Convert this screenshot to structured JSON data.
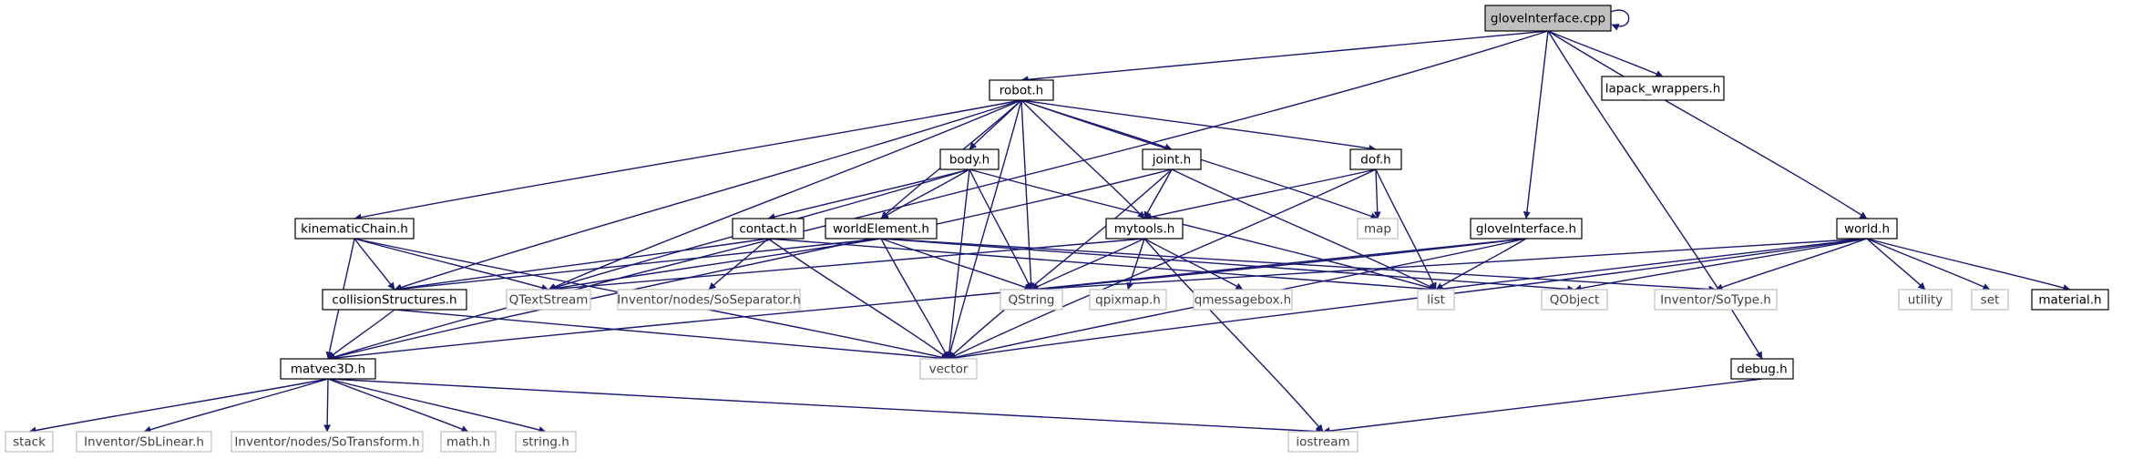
{
  "colors": {
    "edge": "#191970",
    "root_fill": "#bfbfbf",
    "local_border": "#000000",
    "system_border": "#bfbfbf",
    "system_text": "#404040",
    "node_text": "#000000"
  },
  "nodes": [
    {
      "id": "gloveInterface_cpp",
      "label": "gloveInterface.cpp",
      "kind": "root"
    },
    {
      "id": "robot_h",
      "label": "robot.h",
      "kind": "local"
    },
    {
      "id": "lapack_wrappers_h",
      "label": "lapack_wrappers.h",
      "kind": "local"
    },
    {
      "id": "body_h",
      "label": "body.h",
      "kind": "local"
    },
    {
      "id": "joint_h",
      "label": "joint.h",
      "kind": "local"
    },
    {
      "id": "dof_h",
      "label": "dof.h",
      "kind": "local"
    },
    {
      "id": "kinematicChain_h",
      "label": "kinematicChain.h",
      "kind": "local"
    },
    {
      "id": "contact_h",
      "label": "contact.h",
      "kind": "local"
    },
    {
      "id": "worldElement_h",
      "label": "worldElement.h",
      "kind": "local"
    },
    {
      "id": "mytools_h",
      "label": "mytools.h",
      "kind": "local"
    },
    {
      "id": "map",
      "label": "map",
      "kind": "system"
    },
    {
      "id": "gloveInterface_h",
      "label": "gloveInterface.h",
      "kind": "local"
    },
    {
      "id": "world_h",
      "label": "world.h",
      "kind": "local"
    },
    {
      "id": "collisionStructures_h",
      "label": "collisionStructures.h",
      "kind": "local"
    },
    {
      "id": "QTextStream",
      "label": "QTextStream",
      "kind": "system"
    },
    {
      "id": "SoSeparator_h",
      "label": "Inventor/nodes/SoSeparator.h",
      "kind": "system"
    },
    {
      "id": "QString",
      "label": "QString",
      "kind": "system"
    },
    {
      "id": "qpixmap_h",
      "label": "qpixmap.h",
      "kind": "system"
    },
    {
      "id": "qmessagebox_h",
      "label": "qmessagebox.h",
      "kind": "system"
    },
    {
      "id": "list",
      "label": "list",
      "kind": "system"
    },
    {
      "id": "QObject",
      "label": "QObject",
      "kind": "system"
    },
    {
      "id": "SoType_h",
      "label": "Inventor/SoType.h",
      "kind": "system"
    },
    {
      "id": "utility",
      "label": "utility",
      "kind": "system"
    },
    {
      "id": "set",
      "label": "set",
      "kind": "system"
    },
    {
      "id": "material_h",
      "label": "material.h",
      "kind": "local"
    },
    {
      "id": "matvec3D_h",
      "label": "matvec3D.h",
      "kind": "local"
    },
    {
      "id": "vector",
      "label": "vector",
      "kind": "system"
    },
    {
      "id": "debug_h",
      "label": "debug.h",
      "kind": "local"
    },
    {
      "id": "stack",
      "label": "stack",
      "kind": "system"
    },
    {
      "id": "SbLinear_h",
      "label": "Inventor/SbLinear.h",
      "kind": "system"
    },
    {
      "id": "SoTransform_h",
      "label": "Inventor/nodes/SoTransform.h",
      "kind": "system"
    },
    {
      "id": "math_h",
      "label": "math.h",
      "kind": "system"
    },
    {
      "id": "string_h",
      "label": "string.h",
      "kind": "system"
    },
    {
      "id": "iostream",
      "label": "iostream",
      "kind": "system"
    }
  ],
  "edges": [
    [
      "gloveInterface_cpp",
      "gloveInterface_cpp"
    ],
    [
      "gloveInterface_cpp",
      "robot_h"
    ],
    [
      "gloveInterface_cpp",
      "lapack_wrappers_h"
    ],
    [
      "gloveInterface_cpp",
      "gloveInterface_h"
    ],
    [
      "gloveInterface_cpp",
      "world_h"
    ],
    [
      "gloveInterface_cpp",
      "debug_h"
    ],
    [
      "gloveInterface_cpp",
      "matvec3D_h"
    ],
    [
      "robot_h",
      "body_h"
    ],
    [
      "robot_h",
      "joint_h"
    ],
    [
      "robot_h",
      "dof_h"
    ],
    [
      "robot_h",
      "kinematicChain_h"
    ],
    [
      "robot_h",
      "worldElement_h"
    ],
    [
      "robot_h",
      "mytools_h"
    ],
    [
      "robot_h",
      "map"
    ],
    [
      "robot_h",
      "collisionStructures_h"
    ],
    [
      "robot_h",
      "QTextStream"
    ],
    [
      "robot_h",
      "QString"
    ],
    [
      "robot_h",
      "vector"
    ],
    [
      "body_h",
      "contact_h"
    ],
    [
      "body_h",
      "worldElement_h"
    ],
    [
      "body_h",
      "QTextStream"
    ],
    [
      "body_h",
      "QString"
    ],
    [
      "body_h",
      "vector"
    ],
    [
      "body_h",
      "list"
    ],
    [
      "joint_h",
      "mytools_h"
    ],
    [
      "joint_h",
      "list"
    ],
    [
      "joint_h",
      "vector"
    ],
    [
      "joint_h",
      "matvec3D_h"
    ],
    [
      "dof_h",
      "mytools_h"
    ],
    [
      "dof_h",
      "map"
    ],
    [
      "dof_h",
      "list"
    ],
    [
      "dof_h",
      "vector"
    ],
    [
      "kinematicChain_h",
      "collisionStructures_h"
    ],
    [
      "kinematicChain_h",
      "QTextStream"
    ],
    [
      "kinematicChain_h",
      "matvec3D_h"
    ],
    [
      "kinematicChain_h",
      "vector"
    ],
    [
      "contact_h",
      "collisionStructures_h"
    ],
    [
      "contact_h",
      "SoSeparator_h"
    ],
    [
      "contact_h",
      "list"
    ],
    [
      "contact_h",
      "vector"
    ],
    [
      "worldElement_h",
      "collisionStructures_h"
    ],
    [
      "worldElement_h",
      "QTextStream"
    ],
    [
      "worldElement_h",
      "QString"
    ],
    [
      "worldElement_h",
      "QObject"
    ],
    [
      "worldElement_h",
      "SoType_h"
    ],
    [
      "worldElement_h",
      "vector"
    ],
    [
      "mytools_h",
      "QString"
    ],
    [
      "mytools_h",
      "qpixmap_h"
    ],
    [
      "mytools_h",
      "qmessagebox_h"
    ],
    [
      "mytools_h",
      "QTextStream"
    ],
    [
      "mytools_h",
      "iostream"
    ],
    [
      "gloveInterface_h",
      "QString"
    ],
    [
      "gloveInterface_h",
      "list"
    ],
    [
      "gloveInterface_h",
      "vector"
    ],
    [
      "gloveInterface_h",
      "matvec3D_h"
    ],
    [
      "world_h",
      "QString"
    ],
    [
      "world_h",
      "list"
    ],
    [
      "world_h",
      "QObject"
    ],
    [
      "world_h",
      "SoType_h"
    ],
    [
      "world_h",
      "utility"
    ],
    [
      "world_h",
      "set"
    ],
    [
      "world_h",
      "material_h"
    ],
    [
      "world_h",
      "vector"
    ],
    [
      "collisionStructures_h",
      "matvec3D_h"
    ],
    [
      "collisionStructures_h",
      "vector"
    ],
    [
      "matvec3D_h",
      "stack"
    ],
    [
      "matvec3D_h",
      "SbLinear_h"
    ],
    [
      "matvec3D_h",
      "SoTransform_h"
    ],
    [
      "matvec3D_h",
      "math_h"
    ],
    [
      "matvec3D_h",
      "string_h"
    ],
    [
      "matvec3D_h",
      "iostream"
    ],
    [
      "debug_h",
      "iostream"
    ]
  ]
}
